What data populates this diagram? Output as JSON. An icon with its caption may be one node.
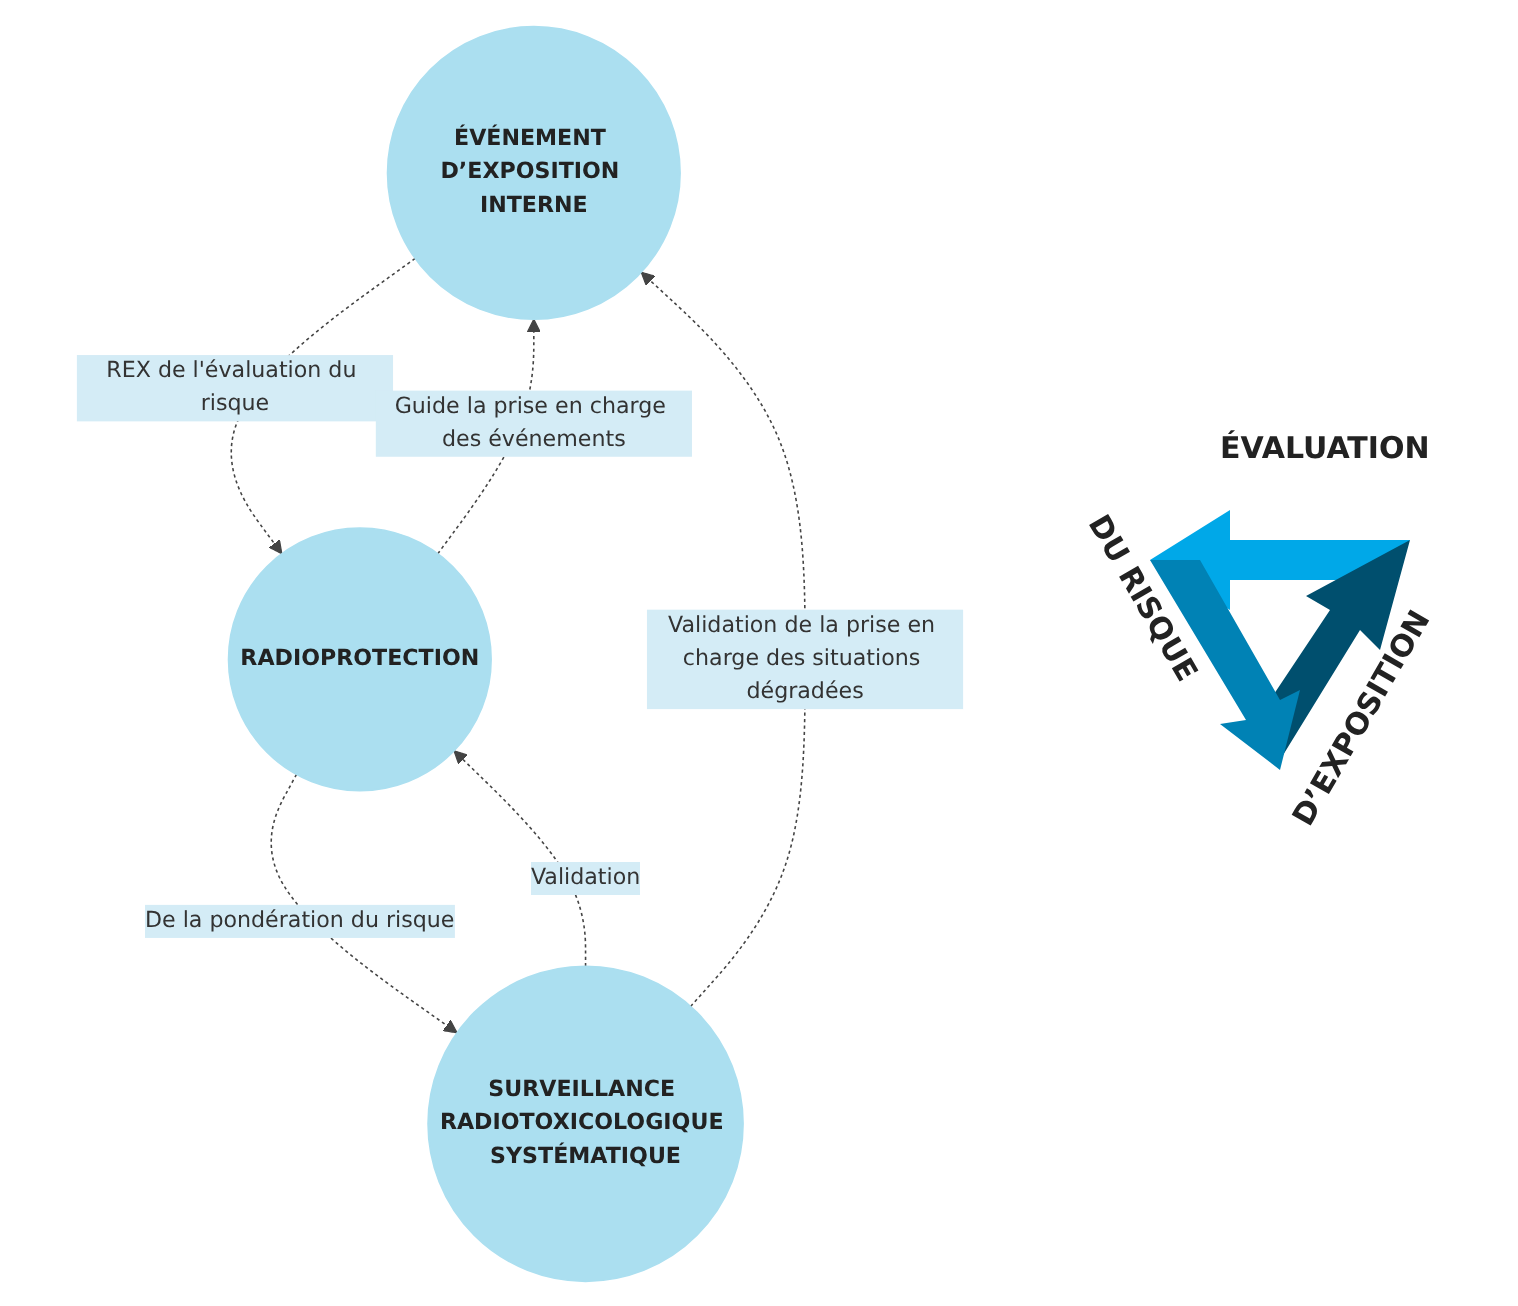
{
  "diagram": {
    "nodes": [
      {
        "text": [
          "ÉVÉNEMENT D’EXPOSITION INTERNE"
        ]
      },
      {
        "text": [
          "RADIOPROTECTION"
        ]
      },
      {
        "text": [
          "SURVEILLANCE RADIOTOXICOLOGIQUE SYSTÉMATIQUE"
        ]
      }
    ],
    "edges": [
      {
        "from": 0,
        "to": 1,
        "arrow": "to",
        "label": "REX de l'évaluation du risque",
        "style": "dashed"
      },
      {
        "from": 1,
        "to": 0,
        "arrow": "to",
        "label": "Guide la prise en charge des événements",
        "style": "dashed"
      },
      {
        "from": 2,
        "to": 0,
        "arrow": "to",
        "label": "Validation de la prise en charge des situations dégradées",
        "style": "dashed"
      },
      {
        "from": 2,
        "to": 1,
        "arrow": "to",
        "label": "Validation",
        "style": "dashed"
      },
      {
        "from": 1,
        "to": 2,
        "arrow": "to",
        "label": "De la pondération du risque",
        "style": "dashed"
      }
    ],
    "labels": [
      "ÉVALUATION",
      "DU RISQUE",
      "D’EXPOSITION"
    ]
  }
}
